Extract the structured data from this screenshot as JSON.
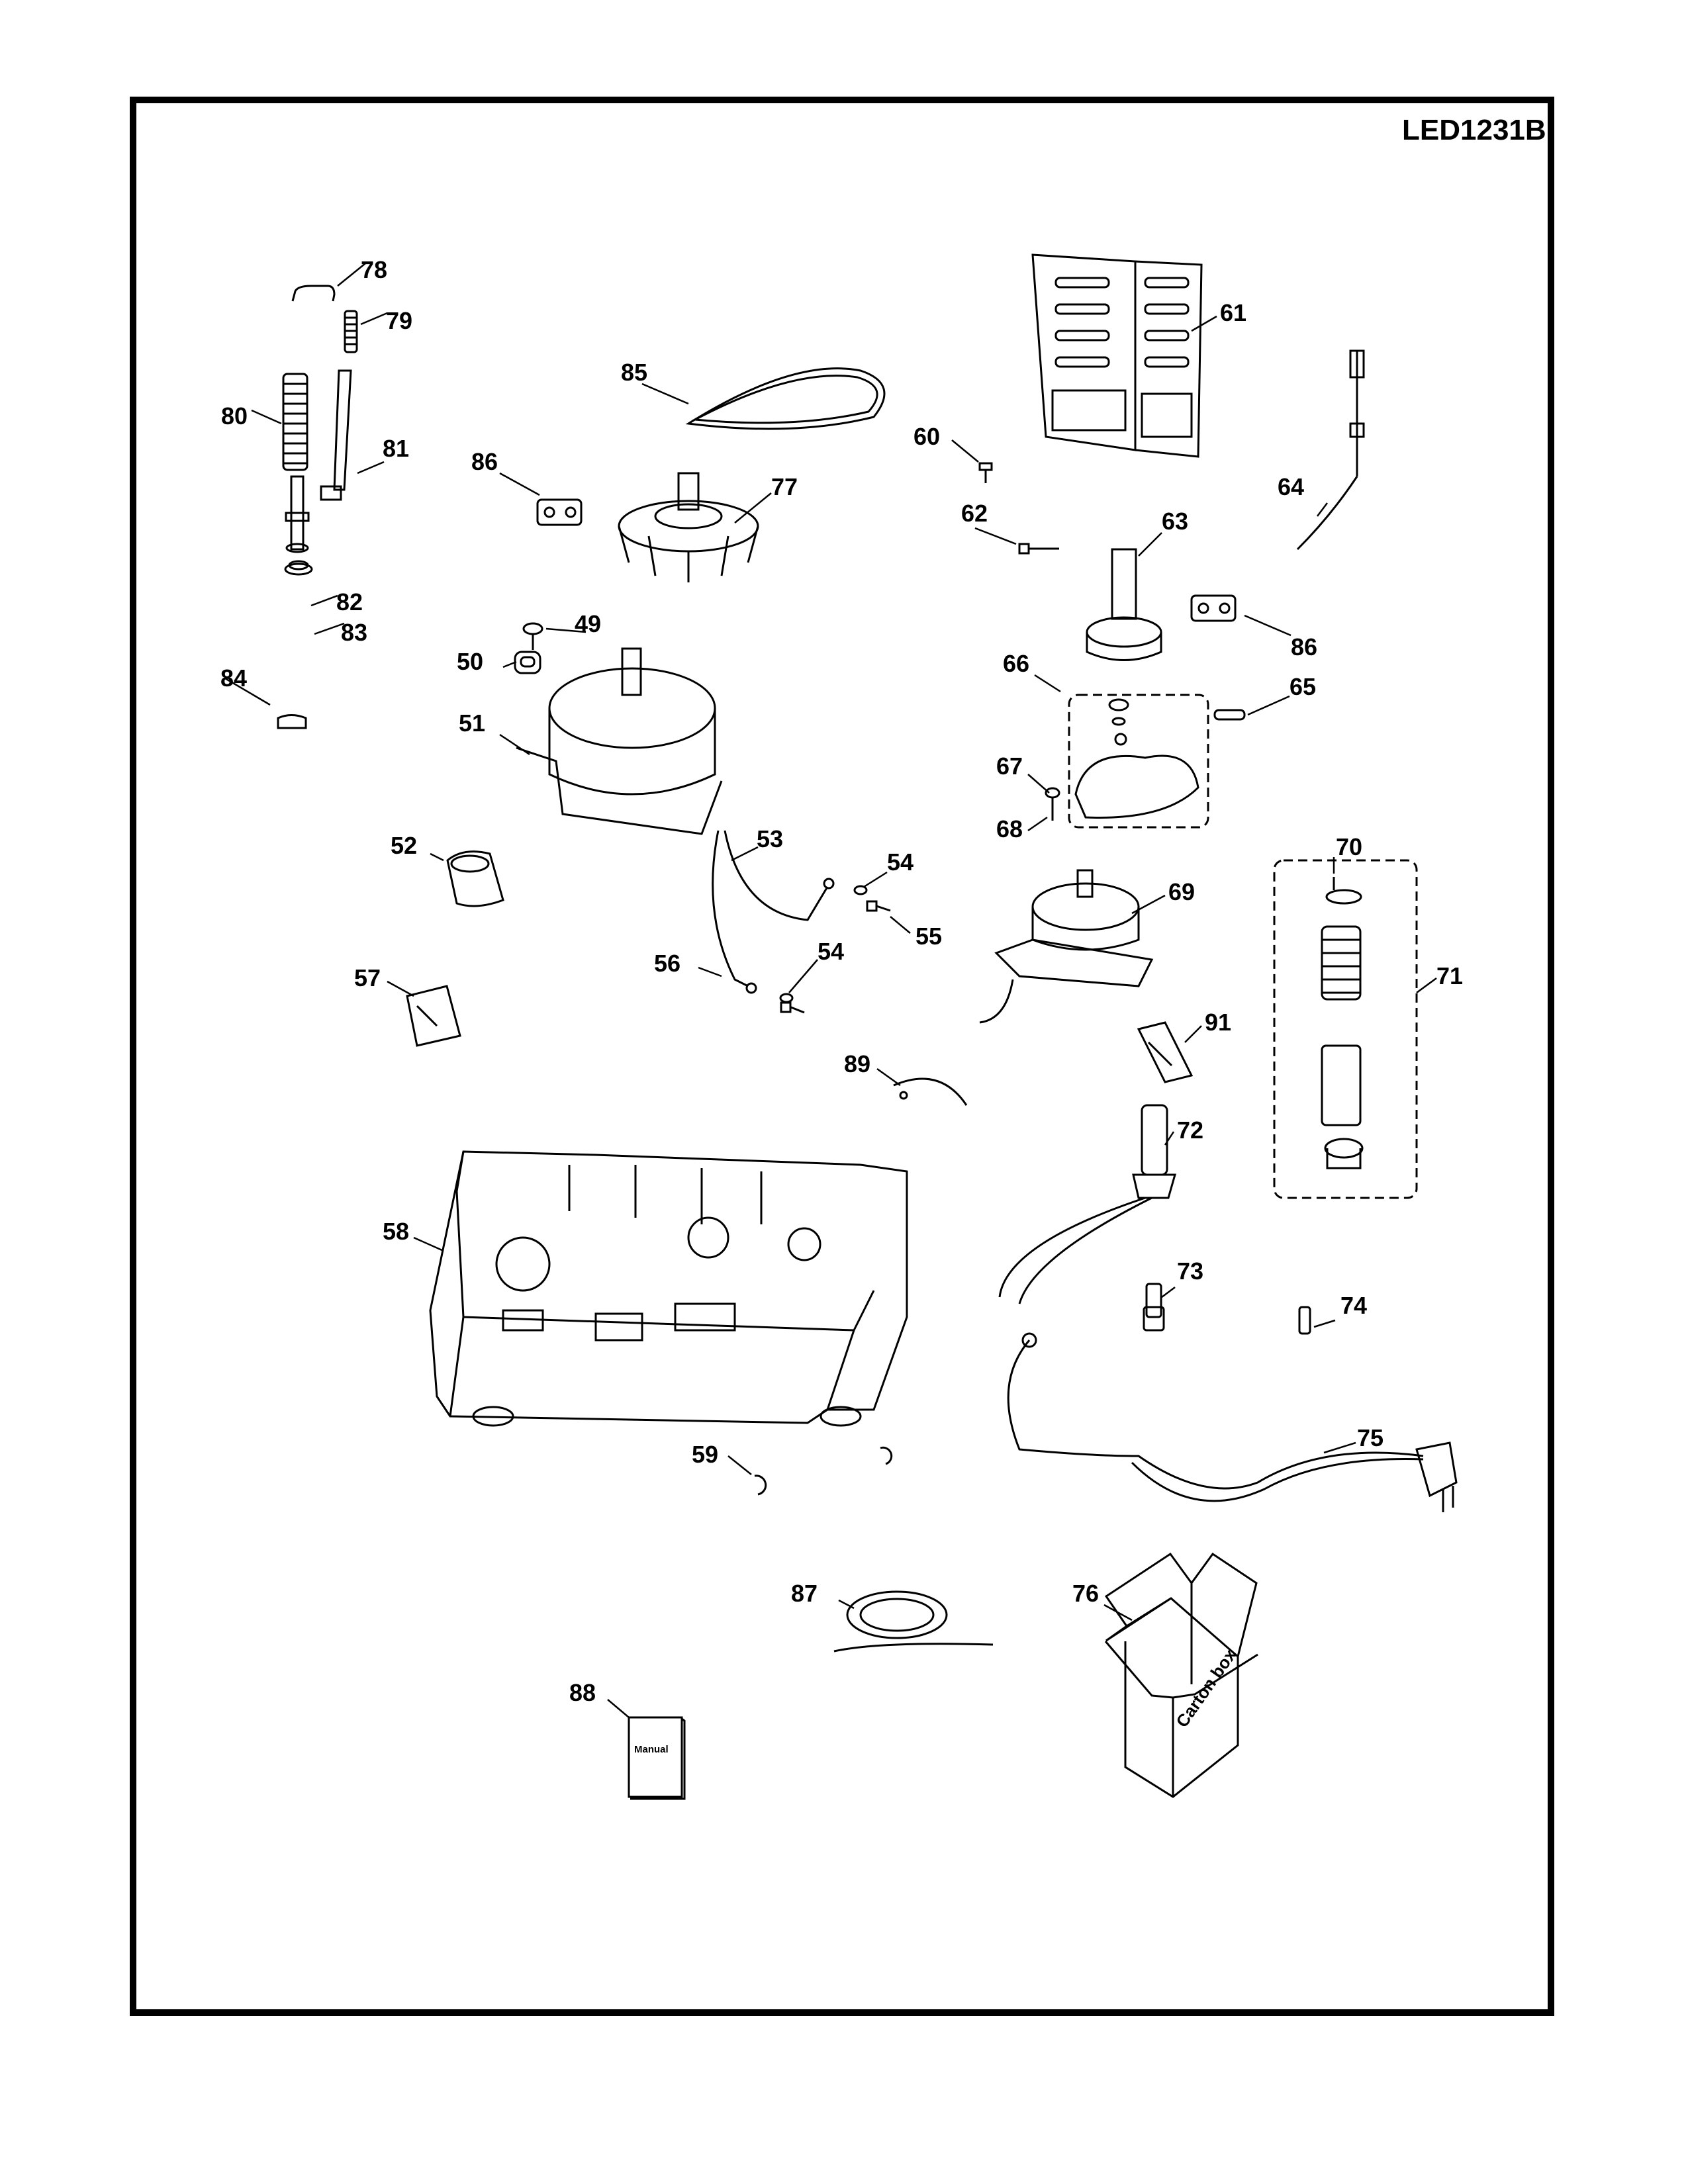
{
  "document": {
    "model_code": "LED1231B",
    "type": "exploded parts diagram"
  },
  "callouts": [
    {
      "id": "78"
    },
    {
      "id": "79"
    },
    {
      "id": "80"
    },
    {
      "id": "81"
    },
    {
      "id": "82"
    },
    {
      "id": "83"
    },
    {
      "id": "84"
    },
    {
      "id": "85"
    },
    {
      "id": "86"
    },
    {
      "id": "77"
    },
    {
      "id": "60"
    },
    {
      "id": "61"
    },
    {
      "id": "62"
    },
    {
      "id": "63"
    },
    {
      "id": "64"
    },
    {
      "id": "86"
    },
    {
      "id": "49"
    },
    {
      "id": "50"
    },
    {
      "id": "51"
    },
    {
      "id": "66"
    },
    {
      "id": "65"
    },
    {
      "id": "67"
    },
    {
      "id": "68"
    },
    {
      "id": "52"
    },
    {
      "id": "53"
    },
    {
      "id": "54"
    },
    {
      "id": "55"
    },
    {
      "id": "56"
    },
    {
      "id": "54"
    },
    {
      "id": "69"
    },
    {
      "id": "70"
    },
    {
      "id": "71"
    },
    {
      "id": "57"
    },
    {
      "id": "91"
    },
    {
      "id": "89"
    },
    {
      "id": "72"
    },
    {
      "id": "58"
    },
    {
      "id": "73"
    },
    {
      "id": "74"
    },
    {
      "id": "75"
    },
    {
      "id": "59"
    },
    {
      "id": "87"
    },
    {
      "id": "76"
    },
    {
      "id": "88"
    }
  ],
  "part_texts": {
    "manual": "Manual",
    "carton": "Carton box"
  }
}
